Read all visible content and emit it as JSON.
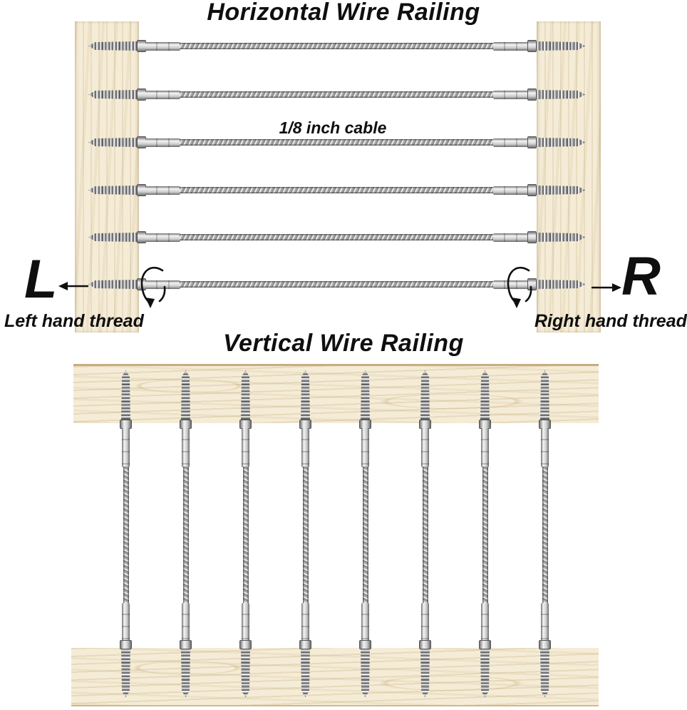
{
  "page": {
    "background_color": "#ffffff"
  },
  "horizontal_section": {
    "title": "Horizontal Wire Railing",
    "cable_label": "1/8 inch cable",
    "cable_count": 6,
    "left_letter": "L",
    "left_caption": "Left hand thread",
    "right_letter": "R",
    "right_caption": "Right hand thread"
  },
  "vertical_section": {
    "title": "Vertical Wire Railing",
    "cable_count": 8
  },
  "colors": {
    "wood": "#f5ecd7",
    "wood_grain": "#d9c49a",
    "wood_edge": "#c6ae80",
    "metal_light": "#ededed",
    "metal_mid": "#a0a0a0",
    "metal_dark": "#5f5f5f",
    "text": "#0f0f0f"
  },
  "icons": {
    "left_arrow": "left-arrow-icon",
    "right_arrow": "right-arrow-icon",
    "left_rotation": "rotation-arrow-icon",
    "right_rotation": "rotation-arrow-icon"
  }
}
